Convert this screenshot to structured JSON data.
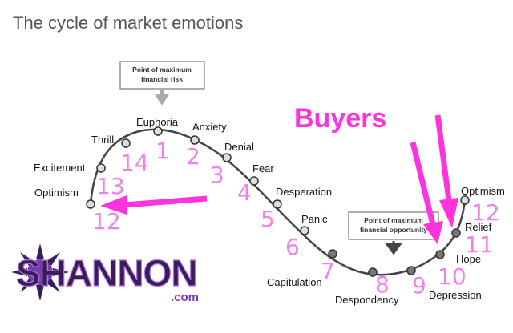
{
  "title": "The cycle of market emotions",
  "colors": {
    "accent": "#ff33dd",
    "number": "#f280ec",
    "curve": "#444444",
    "logo_dark": "#3a1b5c",
    "logo_purple": "#7a3ab0"
  },
  "boxes": {
    "top_line1": "Point of maximum",
    "top_line2": "financial risk",
    "bottom_line1": "Point of maximum",
    "bottom_line2": "financial opportunity"
  },
  "buyers_label": "Buyers",
  "stages": [
    {
      "label": "Optimism",
      "num": "12"
    },
    {
      "label": "Excitement",
      "num": "13"
    },
    {
      "label": "Thrill",
      "num": "14"
    },
    {
      "label": "Euphoria",
      "num": "1"
    },
    {
      "label": "Anxiety",
      "num": "2"
    },
    {
      "label": "Denial",
      "num": "3"
    },
    {
      "label": "Fear",
      "num": "4"
    },
    {
      "label": "Desperation",
      "num": "5"
    },
    {
      "label": "Panic",
      "num": "6"
    },
    {
      "label": "Capitulation",
      "num": "7"
    },
    {
      "label": "Despondency",
      "num": "8"
    },
    {
      "label": "Depression",
      "num": "9"
    },
    {
      "label": "Hope",
      "num": "10"
    },
    {
      "label": "Relief",
      "num": "11"
    },
    {
      "label": "Optimism",
      "num": "12"
    }
  ],
  "logo": {
    "main": "SHANNON",
    "sub": ".com"
  }
}
